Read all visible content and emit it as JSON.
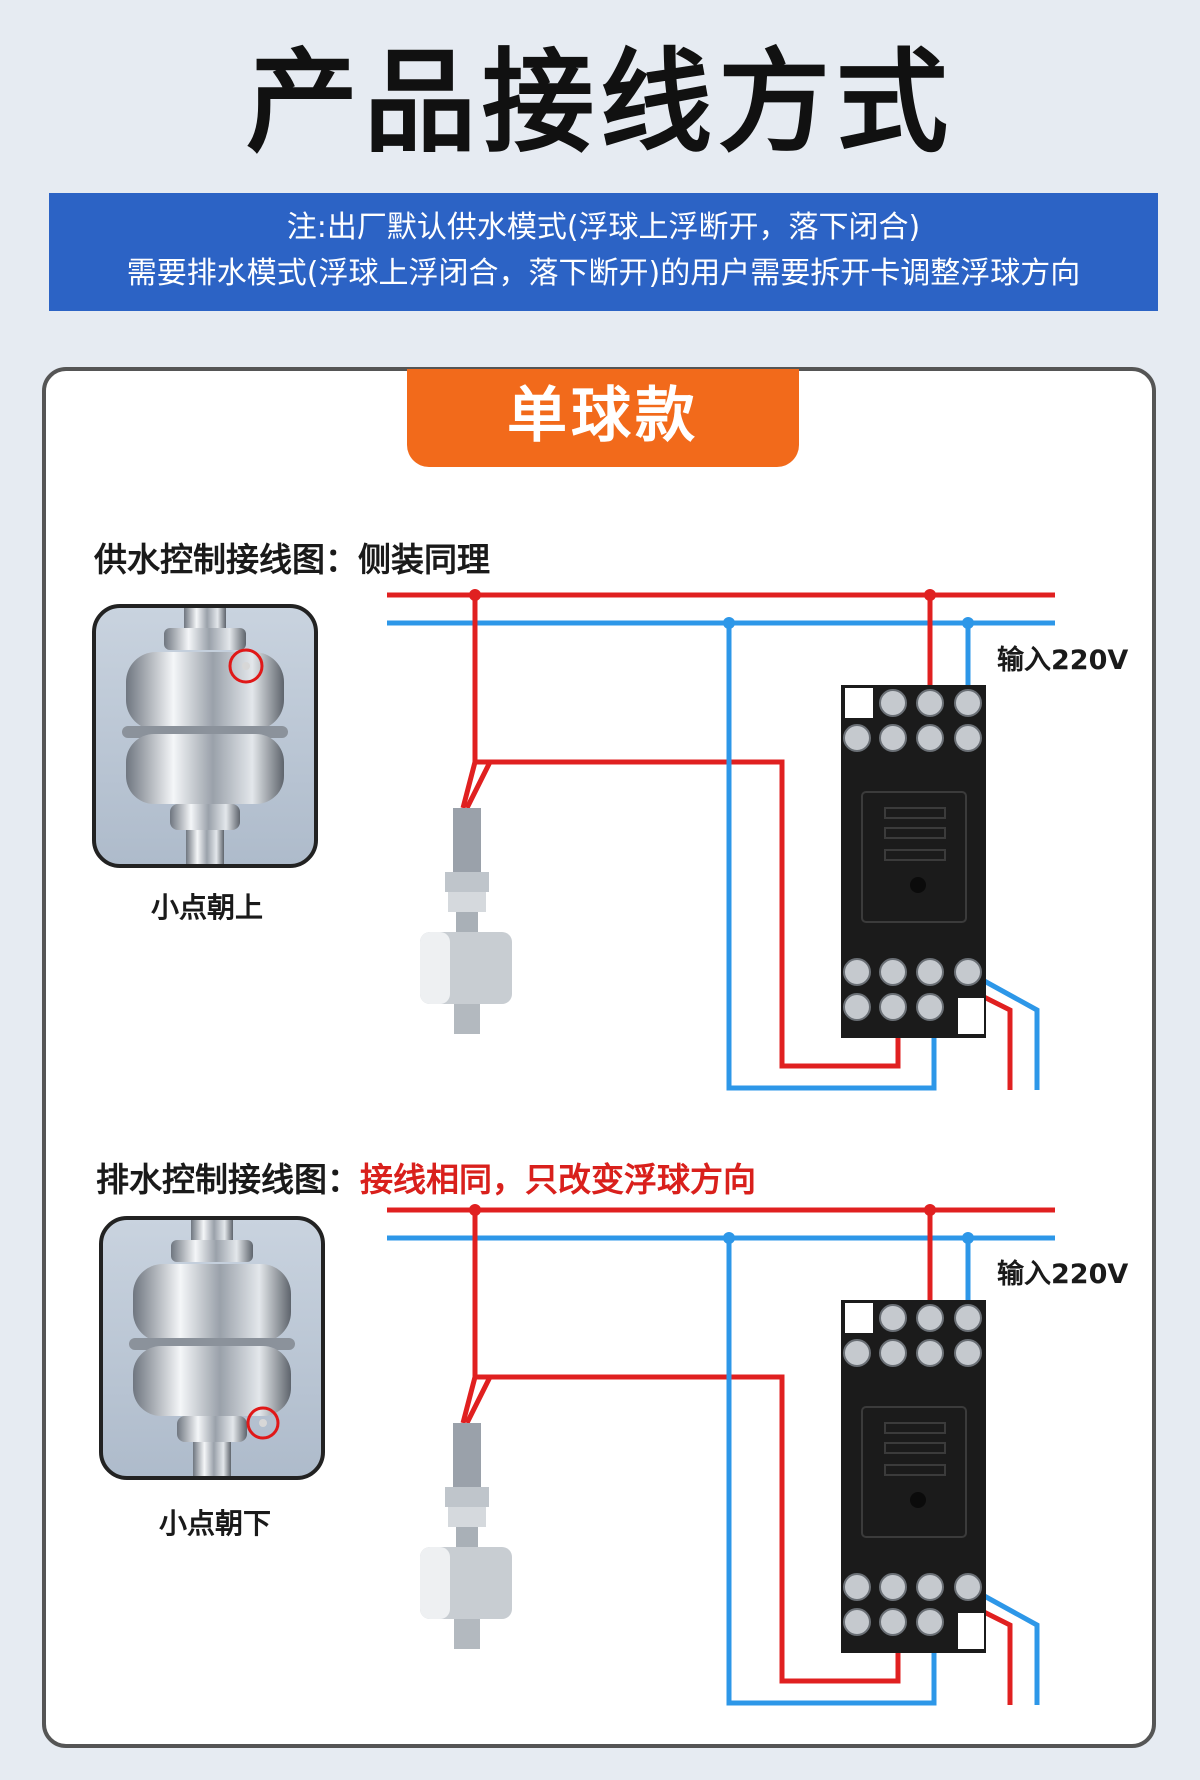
{
  "page": {
    "title": "产品接线方式"
  },
  "note": {
    "line1": "注:出厂默认供水模式(浮球上浮断开，落下闭合)",
    "line2": "需要排水模式(浮球上浮闭合，落下断开)的用户需要拆开卡调整浮球方向"
  },
  "card": {
    "tab_label": "单球款"
  },
  "supply": {
    "label": "供水控制接线图：侧装同理",
    "caption": "小点朝上",
    "input_label": "输入220V"
  },
  "drain": {
    "label_prefix": "排水控制接线图：",
    "label_highlight": "接线相同，只改变浮球方向",
    "caption": "小点朝下",
    "input_label": "输入220V"
  },
  "colors": {
    "live": "#e02020",
    "neutral": "#2d97e8",
    "banner": "#2c63c5",
    "tab": "#f26a1b"
  },
  "icons": [
    "float-switch-icon",
    "float-ball-icon",
    "relay-socket-icon"
  ]
}
